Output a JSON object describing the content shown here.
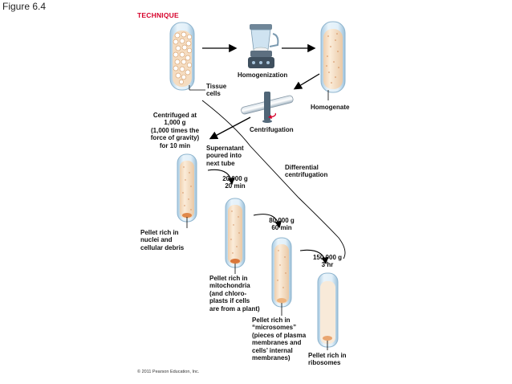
{
  "figure_title": "Figure 6.4",
  "technique_label": "TECHNIQUE",
  "labels": {
    "tissue_cells": "Tissue\ncells",
    "homogenization": "Homogenization",
    "homogenate": "Homogenate",
    "centrifugation": "Centrifugation",
    "centrifuged_at": "Centrifuged at\n1,000 g\n(1,000 times the\nforce of gravity)\nfor 10 min",
    "supernatant": "Supernatant\npoured into\nnext tube",
    "differential": "Differential\ncentrifugation",
    "step2": "20,000 g\n20 min",
    "step3": "80,000 g\n60 min",
    "step4": "150,000 g\n3 hr",
    "pellet1": "Pellet rich in\nnuclei and\ncellular debris",
    "pellet2": "Pellet rich in\nmitochondria\n(and chloro-\nplasts if cells\nare from a plant)",
    "pellet3": "Pellet rich in\n“microsomes”\n(pieces of plasma\nmembranes and\ncells’ internal\nmembranes)",
    "pellet4": "Pellet rich in\nribosomes"
  },
  "copyright": "© 2011 Pearson Education, Inc.",
  "colors": {
    "accent": "#d6002a",
    "glass": "#bcd8ea",
    "fluid": "#f7e3cc",
    "pellet": "#e0884a",
    "cells": "#f2c9a0"
  }
}
